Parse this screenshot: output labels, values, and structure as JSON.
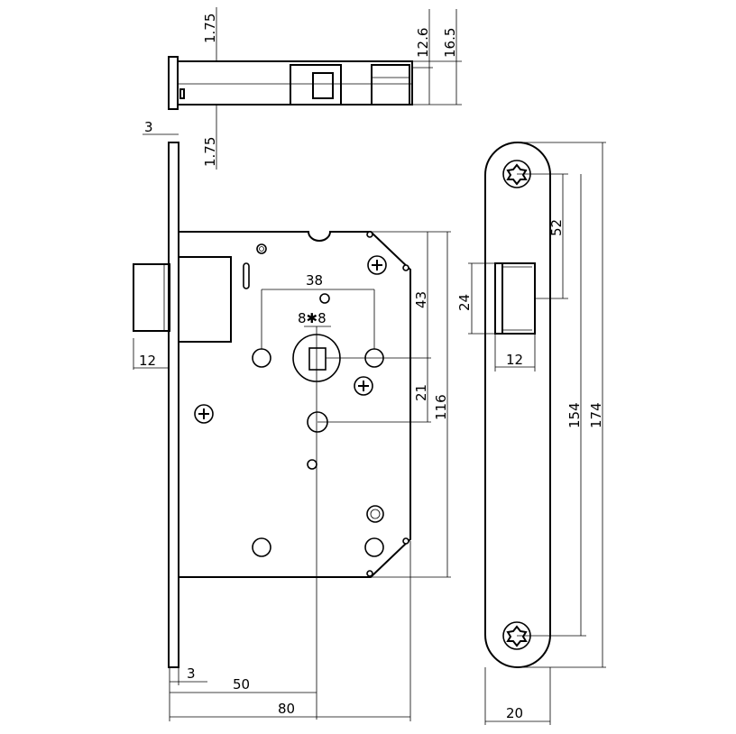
{
  "dimensions": {
    "top_1_75_a": "1.75",
    "top_1_75_b": "1.75",
    "top_3": "3",
    "top_12_6": "12.6",
    "top_16_5": "16.5",
    "hub_38": "38",
    "hub_8x8": "8✱8",
    "bolt_12": "12",
    "dim_43": "43",
    "dim_21": "21",
    "dim_116": "116",
    "bottom_3": "3",
    "bottom_50": "50",
    "bottom_80": "80",
    "plate_52": "52",
    "plate_24": "24",
    "plate_12": "12",
    "plate_154": "154",
    "plate_174": "174",
    "plate_20": "20"
  }
}
